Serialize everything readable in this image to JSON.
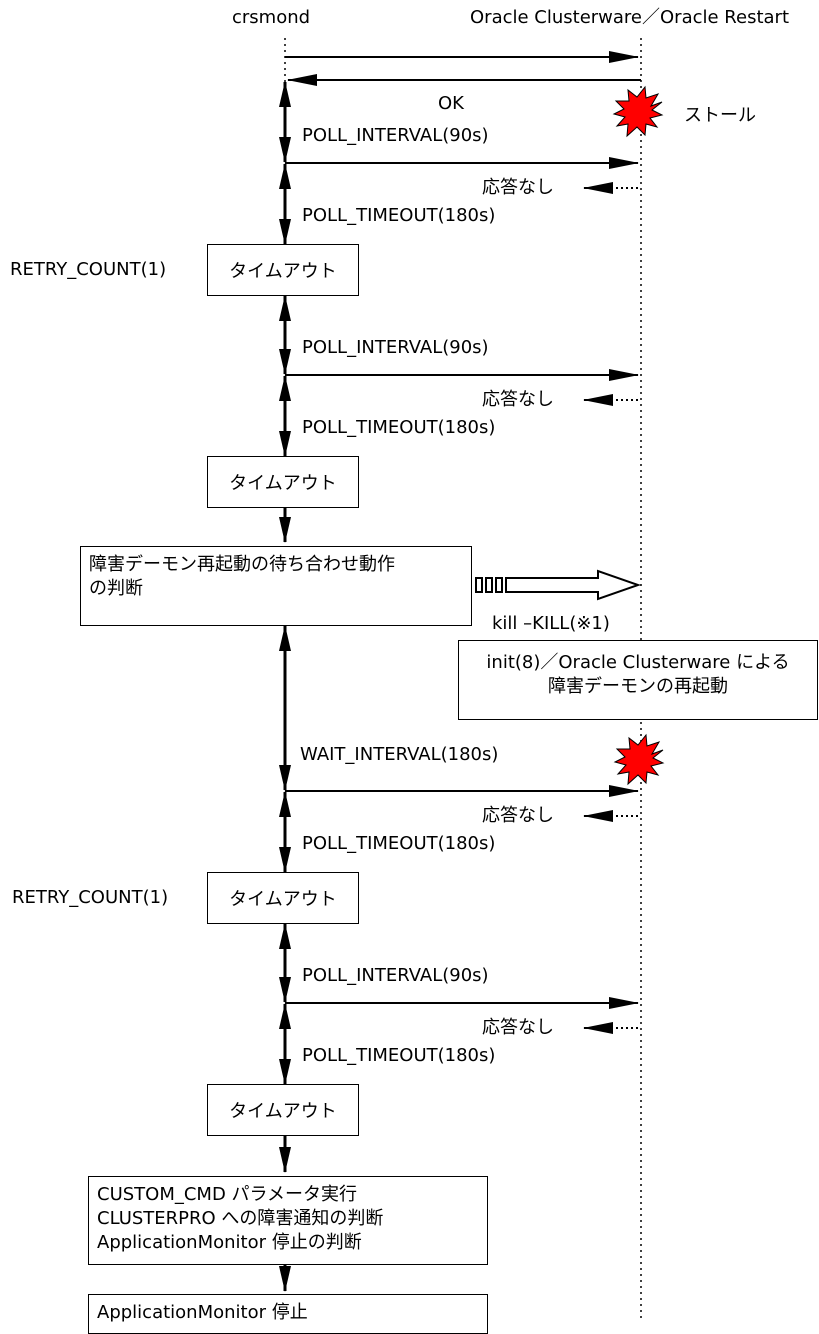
{
  "participants": {
    "crsmond": "crsmond",
    "oracle": "Oracle Clusterware／Oracle Restart"
  },
  "messages": {
    "ok": "OK",
    "stall": "ストール",
    "no_response": "応答なし",
    "kill": "kill –KILL(※1)"
  },
  "intervals": {
    "poll_interval": "POLL_INTERVAL(90s)",
    "poll_timeout": "POLL_TIMEOUT(180s)",
    "wait_interval": "WAIT_INTERVAL(180s)",
    "retry_count": "RETRY_COUNT(1)"
  },
  "boxes": {
    "timeout": "タイムアウト",
    "wait_judge": [
      "障害デーモン再起動の待ち合わせ動作",
      "の判断"
    ],
    "restart": [
      "init(8)／Oracle Clusterware による",
      "障害デーモンの再起動"
    ],
    "custom": [
      "CUSTOM_CMD パラメータ実行",
      "CLUSTERPRO への障害通知の判断",
      "ApplicationMonitor 停止の判断"
    ],
    "stop": "ApplicationMonitor 停止"
  },
  "colors": {
    "star": "#ff0000",
    "line": "#000000"
  }
}
